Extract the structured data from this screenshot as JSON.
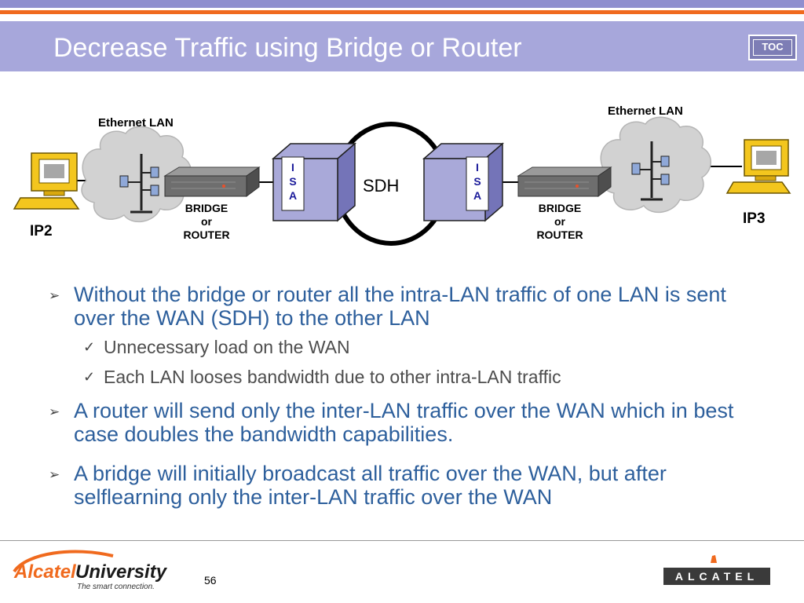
{
  "header": {
    "title": "Decrease Traffic using Bridge or Router",
    "toc_label": "TOC"
  },
  "diagram": {
    "lan_left_label": "Ethernet LAN",
    "lan_right_label": "Ethernet LAN",
    "pc_left_label": "IP2",
    "pc_right_label": "IP3",
    "device_left": {
      "line1": "BRIDGE",
      "line2": "or",
      "line3": "ROUTER"
    },
    "device_right": {
      "line1": "BRIDGE",
      "line2": "or",
      "line3": "ROUTER"
    },
    "isa_left": [
      "I",
      "S",
      "A"
    ],
    "isa_right": [
      "I",
      "S",
      "A"
    ],
    "ring_label": "SDH"
  },
  "bullets": [
    {
      "text": "Without the bridge or router all the intra-LAN traffic of one LAN is sent over the WAN (SDH) to the other LAN",
      "sub": [
        "Unnecessary load on the WAN",
        "Each LAN looses bandwidth due to other intra-LAN traffic"
      ]
    },
    {
      "text": "A router will send only the inter-LAN traffic over the WAN which in best case doubles the bandwidth capabilities."
    },
    {
      "text": "A bridge will initially broadcast all traffic over the WAN, but after selflearning only the inter-LAN traffic over the WAN"
    }
  ],
  "footer": {
    "page_number": "56",
    "brand_alcatel": "Alcatel",
    "brand_university": "University",
    "brand_tagline": "The smart connection.",
    "brand_logo": "ALCATEL"
  }
}
